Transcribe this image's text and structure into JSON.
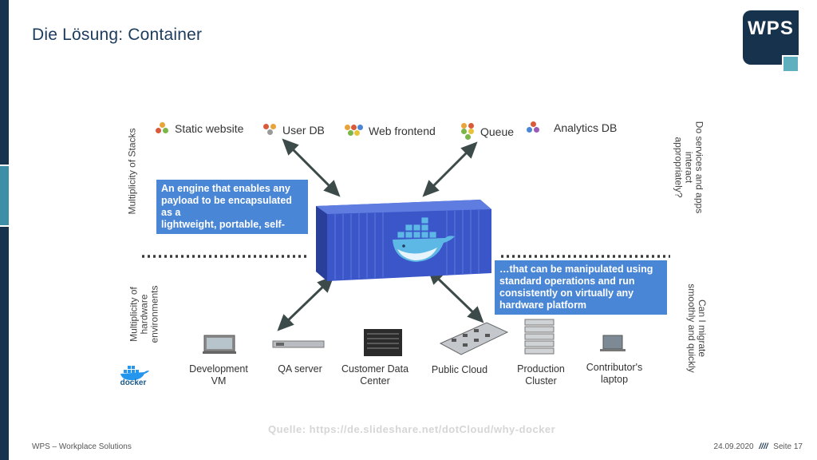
{
  "slide": {
    "title": "Die Lösung: Container",
    "footer_left": "WPS – Workplace Solutions",
    "date": "24.09.2020",
    "separator": "////",
    "page": "Seite 17",
    "source": "Quelle: https://de.slideshare.net/dotCloud/why-docker"
  },
  "logo": {
    "text": "WPS",
    "colors": {
      "dark": "#17324d",
      "accent": "#5fb0bf"
    }
  },
  "diagram": {
    "stacks": [
      {
        "label": "Static website",
        "icon": "stack-dots-icon"
      },
      {
        "label": "User DB",
        "icon": "stack-dots-icon"
      },
      {
        "label": "Web frontend",
        "icon": "stack-dots-icon"
      },
      {
        "label": "Queue",
        "icon": "stack-dots-icon"
      },
      {
        "label": "Analytics DB",
        "icon": "stack-dots-icon"
      }
    ],
    "side_labels": {
      "multiplicity_stacks": "Multiplicity of Stacks",
      "multiplicity_hw": [
        "Multiplicity of",
        "hardware",
        "environments"
      ],
      "services_interact": [
        "Do services and apps",
        "interact",
        "appropriately?"
      ],
      "migrate": [
        "Can I migrate",
        "smoothly and quickly"
      ]
    },
    "box_engine": [
      "An engine that enables any",
      "payload to be encapsulated",
      "as a",
      "lightweight, portable, self-"
    ],
    "box_manipulate": [
      "…that  can be manipulated using",
      "standard operations and run",
      "consistently on virtually any",
      "hardware platform"
    ],
    "hardware": [
      {
        "label": [
          "Development",
          "VM"
        ]
      },
      {
        "label": [
          "QA server"
        ]
      },
      {
        "label": [
          "Customer Data",
          "Center"
        ]
      },
      {
        "label": [
          "Public Cloud"
        ]
      },
      {
        "label": [
          "Production",
          "Cluster"
        ]
      },
      {
        "label": [
          "Contributor's",
          "laptop"
        ]
      }
    ],
    "docker_word": "docker",
    "colors": {
      "container": "#3a56c8",
      "box": "#4a86d6",
      "arrow": "#3d4a4a",
      "dotline": "#3a3a3a"
    }
  }
}
